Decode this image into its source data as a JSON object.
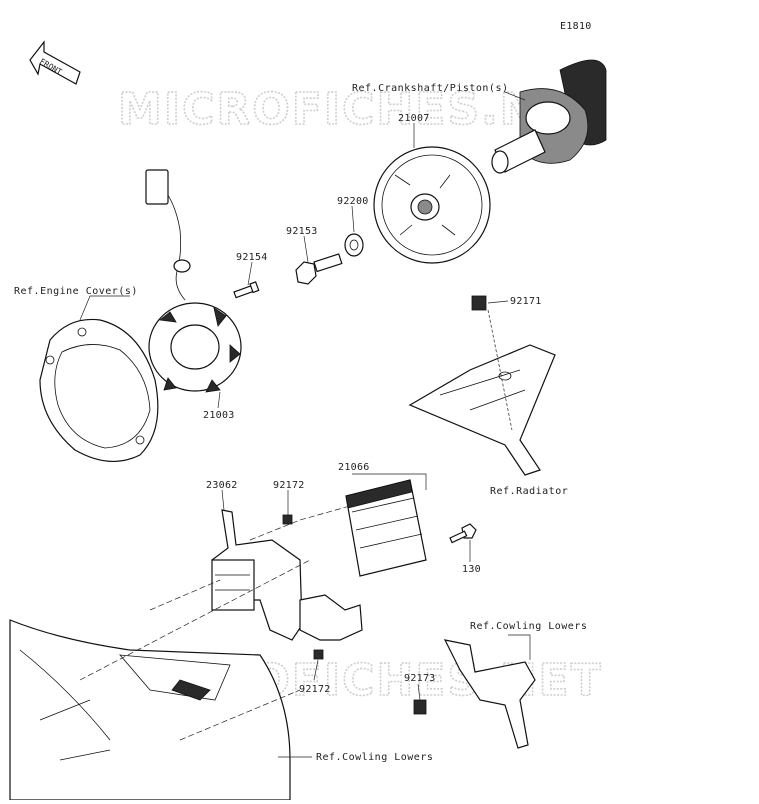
{
  "diagram_code": "E1810",
  "front_arrow_label": "FRONT",
  "watermark": "MICROFICHES.NET",
  "parts": {
    "p21007": "21007",
    "p92200": "92200",
    "p92153": "92153",
    "p92154": "92154",
    "p21003": "21003",
    "p92171": "92171",
    "p23062": "23062",
    "p92172a": "92172",
    "p21066": "21066",
    "p130": "130",
    "p92172b": "92172",
    "p92173": "92173"
  },
  "references": {
    "crankshaft": "Ref.Crankshaft/Piston(s)",
    "engine_cover": "Ref.Engine Cover(s)",
    "radiator": "Ref.Radiator",
    "cowling_lowers_right": "Ref.Cowling Lowers",
    "cowling_lowers_bottom": "Ref.Cowling Lowers"
  }
}
